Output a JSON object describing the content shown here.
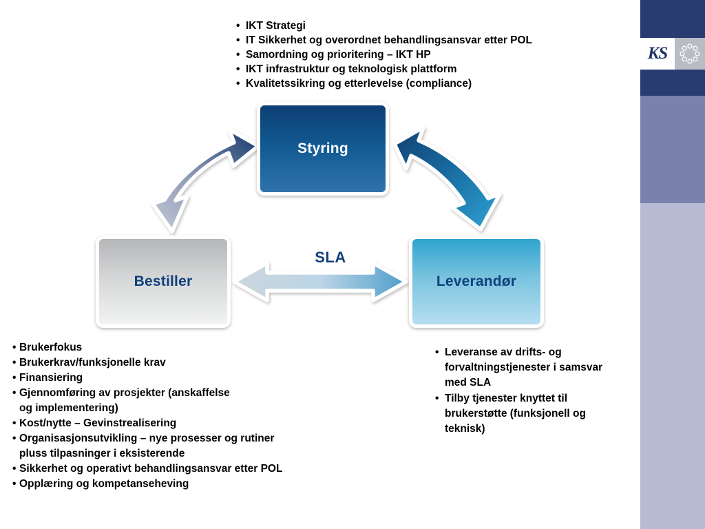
{
  "logo": {
    "text": "KS",
    "ring_icon": "ring-of-dots-icon",
    "navy": "#283c72",
    "mid_band": "#7a81ad",
    "light_band": "#b6bad3"
  },
  "diagram": {
    "nodes": [
      {
        "id": "styring",
        "label": "Styring",
        "text_color": "#ffffff",
        "fill_top": "#0d3f74",
        "fill_bottom": "#2f73ad"
      },
      {
        "id": "bestiller",
        "label": "Bestiller",
        "text_color": "#10407c",
        "fill_top": "#b4b6b8",
        "fill_bottom": "#f2f3f3"
      },
      {
        "id": "leverandor",
        "label": "Leverandør",
        "text_color": "#10407c",
        "fill_top": "#2fa4cf",
        "fill_bottom": "#b6dff0"
      }
    ],
    "sla_label": "SLA",
    "arrows": [
      {
        "id": "styring-bestiller",
        "type": "curved-double-arrow",
        "from": "Bestiller",
        "to": "Styring"
      },
      {
        "id": "styring-leverandor",
        "type": "curved-double-arrow",
        "from": "Styring",
        "to": "Leverandør"
      },
      {
        "id": "bestiller-leverandor",
        "type": "straight-double-arrow",
        "from": "Bestiller",
        "to": "Leverandør",
        "label": "SLA"
      }
    ]
  },
  "top_list": {
    "items": [
      "IKT Strategi",
      "IT Sikkerhet og overordnet behandlingsansvar etter POL",
      "Samordning og prioritering – IKT HP",
      "IKT infrastruktur og teknologisk plattform",
      "Kvalitetssikring og etterlevelse (compliance)"
    ]
  },
  "left_list": {
    "items": [
      "Brukerfokus",
      "Brukerkrav/funksjonelle krav",
      "Finansiering",
      "Gjennomføring av prosjekter (anskaffelse\n og implementering)",
      "Kost/nytte – Gevinstrealisering",
      "Organisasjonsutvikling – nye prosesser og rutiner\n pluss tilpasninger i eksisterende",
      "Sikkerhet og operativt behandlingsansvar etter POL",
      "Opplæring og kompetanseheving"
    ]
  },
  "right_list": {
    "items": [
      "Leveranse av drifts- og\nforvaltningstjenester i samsvar\nmed SLA",
      "Tilby tjenester knyttet til\nbrukerstøtte (funksjonell og\nteknisk)"
    ]
  },
  "bullet_char": "•"
}
